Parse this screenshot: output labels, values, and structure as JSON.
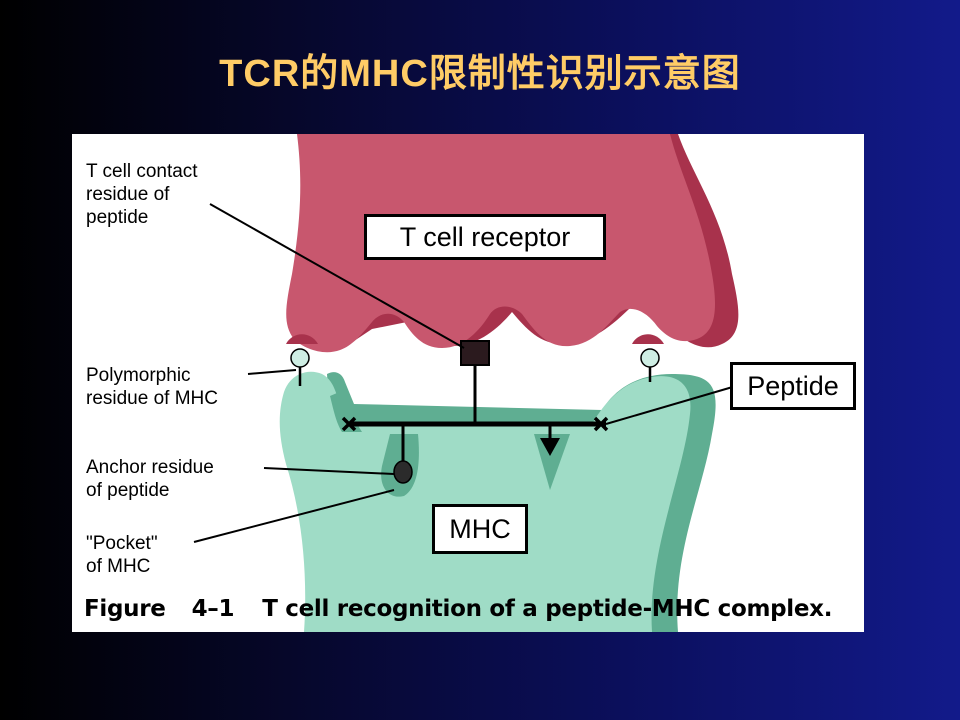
{
  "slide": {
    "title": "TCR的MHC限制性识别示意图"
  },
  "figure": {
    "labels": {
      "t_cell_contact": "T cell contact\nresidue of\npeptide",
      "polymorphic": "Polymorphic\nresidue of MHC",
      "anchor": "Anchor residue\nof peptide",
      "pocket": "\"Pocket\"\nof MHC",
      "t_cell_receptor": "T cell receptor",
      "peptide": "Peptide",
      "mhc": "MHC"
    },
    "caption": {
      "prefix": "Figure",
      "number": "4–1",
      "text": "T cell recognition of a peptide-MHC complex."
    },
    "colors": {
      "tcr_fill": "#c8576e",
      "tcr_shadow": "#a8324c",
      "mhc_fill": "#9fdcc6",
      "mhc_dark": "#5fae92",
      "residue_bead": "#cfeee4"
    }
  }
}
